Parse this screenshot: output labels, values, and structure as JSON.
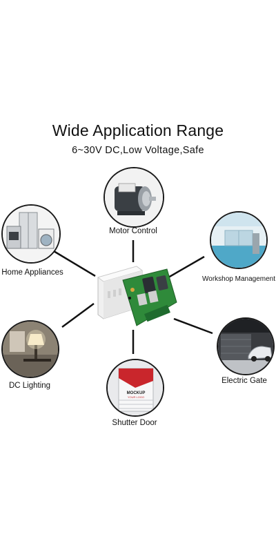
{
  "header": {
    "title": "Wide Application Range",
    "subtitle": "6~30V DC,Low Voltage,Safe"
  },
  "applications": [
    {
      "id": "motor",
      "label": "Motor Control",
      "icon": "motor-icon"
    },
    {
      "id": "home",
      "label": "Home Appliances",
      "icon": "appliances-icon"
    },
    {
      "id": "workshop",
      "label": "Workshop Management",
      "icon": "workshop-icon"
    },
    {
      "id": "lighting",
      "label": "DC Lighting",
      "icon": "lamp-icon"
    },
    {
      "id": "gate",
      "label": "Electric Gate",
      "icon": "gate-icon"
    },
    {
      "id": "shutter",
      "label": "Shutter Door",
      "icon": "shutter-door-icon"
    }
  ],
  "shutter_sign": {
    "line1": "MOCKUP",
    "line2": "YOUR LOGO"
  },
  "colors": {
    "line": "#111111",
    "pcb": "#2f8a3a",
    "case": "#eeeeee"
  }
}
